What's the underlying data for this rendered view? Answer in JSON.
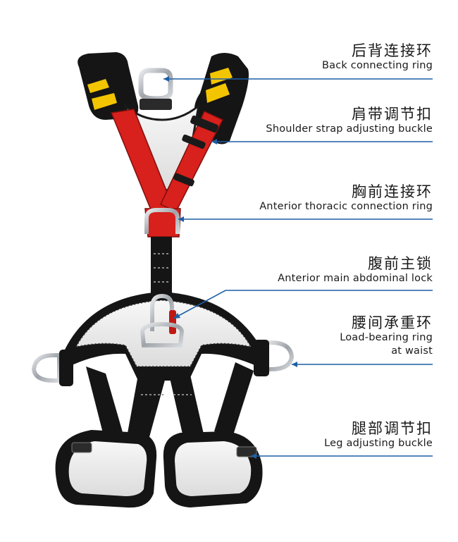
{
  "colors": {
    "leader_line": "#1d5fa6",
    "strap_red": "#d8201c",
    "strap_black": "#141414",
    "pad_white": "#efefef",
    "pad_yellow": "#f3c500",
    "metal": "#a9adb3"
  },
  "callouts": [
    {
      "id": "back-ring",
      "zh": "后背连接环",
      "en": [
        "Back connecting ring"
      ]
    },
    {
      "id": "shoulder-buckle",
      "zh": "肩带调节扣",
      "en": [
        "Shoulder strap adjusting buckle"
      ]
    },
    {
      "id": "chest-ring",
      "zh": "胸前连接环",
      "en": [
        "Anterior thoracic connection ring"
      ]
    },
    {
      "id": "abdominal-lock",
      "zh": "腹前主锁",
      "en": [
        "Anterior main abdominal lock"
      ]
    },
    {
      "id": "waist-ring",
      "zh": "腰间承重环",
      "en": [
        "Load-bearing ring",
        "at waist"
      ]
    },
    {
      "id": "leg-buckle",
      "zh": "腿部调节扣",
      "en": [
        "Leg adjusting buckle"
      ]
    }
  ]
}
